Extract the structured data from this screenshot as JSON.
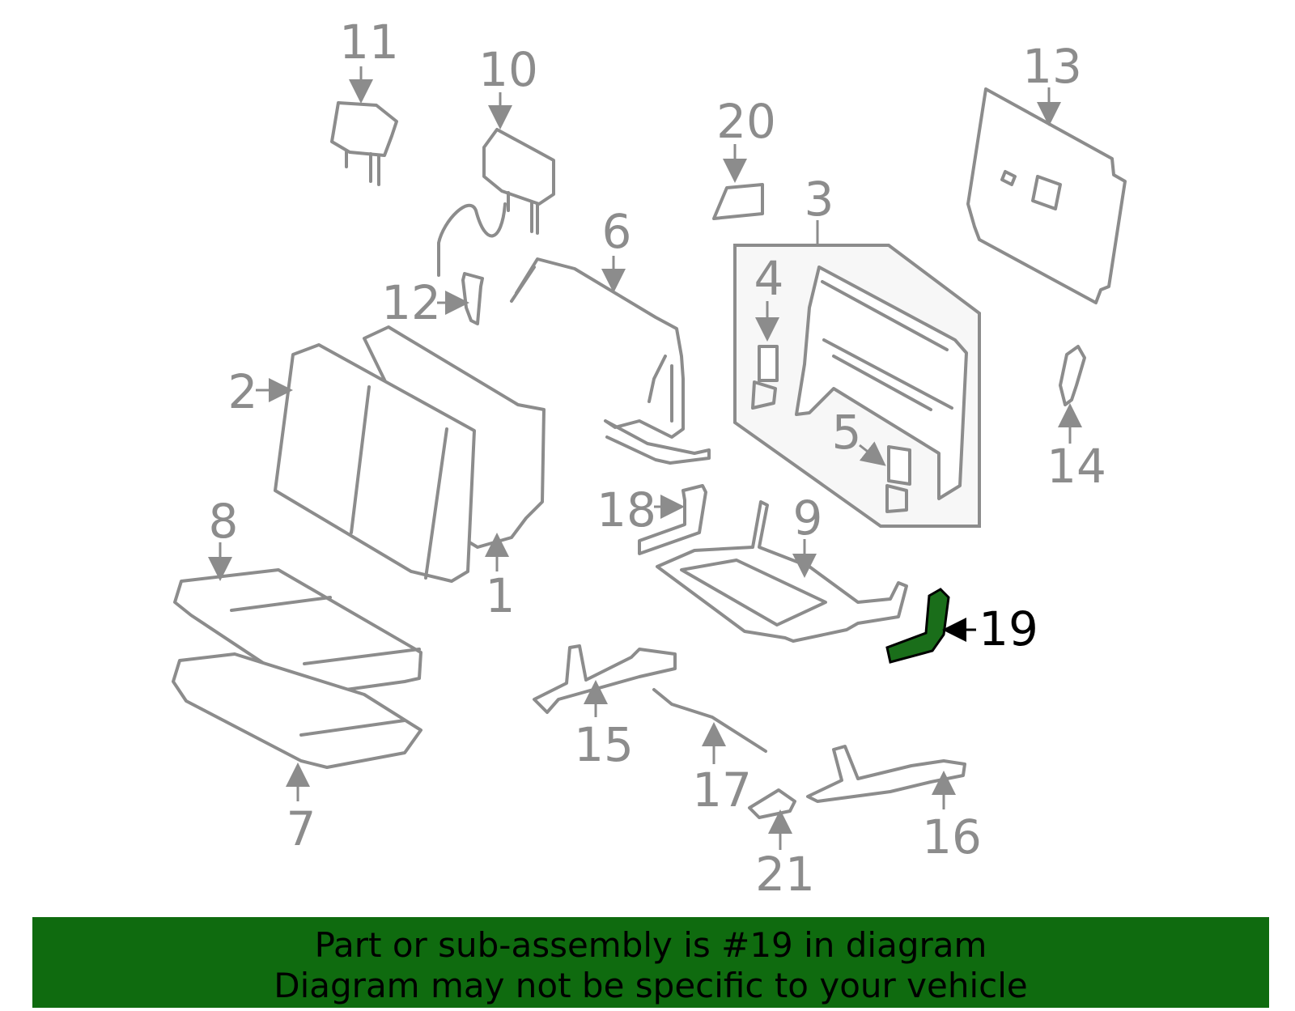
{
  "diagram": {
    "callouts": [
      "1",
      "2",
      "3",
      "4",
      "5",
      "6",
      "7",
      "8",
      "9",
      "10",
      "11",
      "12",
      "13",
      "14",
      "15",
      "16",
      "17",
      "18",
      "19",
      "20",
      "21"
    ],
    "highlighted_part": "19",
    "colors": {
      "part_outline": "#8c8c8c",
      "highlight_fill": "#1a6e1a",
      "group_box_fill": "#f7f7f7",
      "banner_bg": "#0f6b0f"
    }
  },
  "banner": {
    "line1": "Part or sub-assembly is #19 in diagram",
    "line2": "Diagram may not be specific to your vehicle"
  }
}
